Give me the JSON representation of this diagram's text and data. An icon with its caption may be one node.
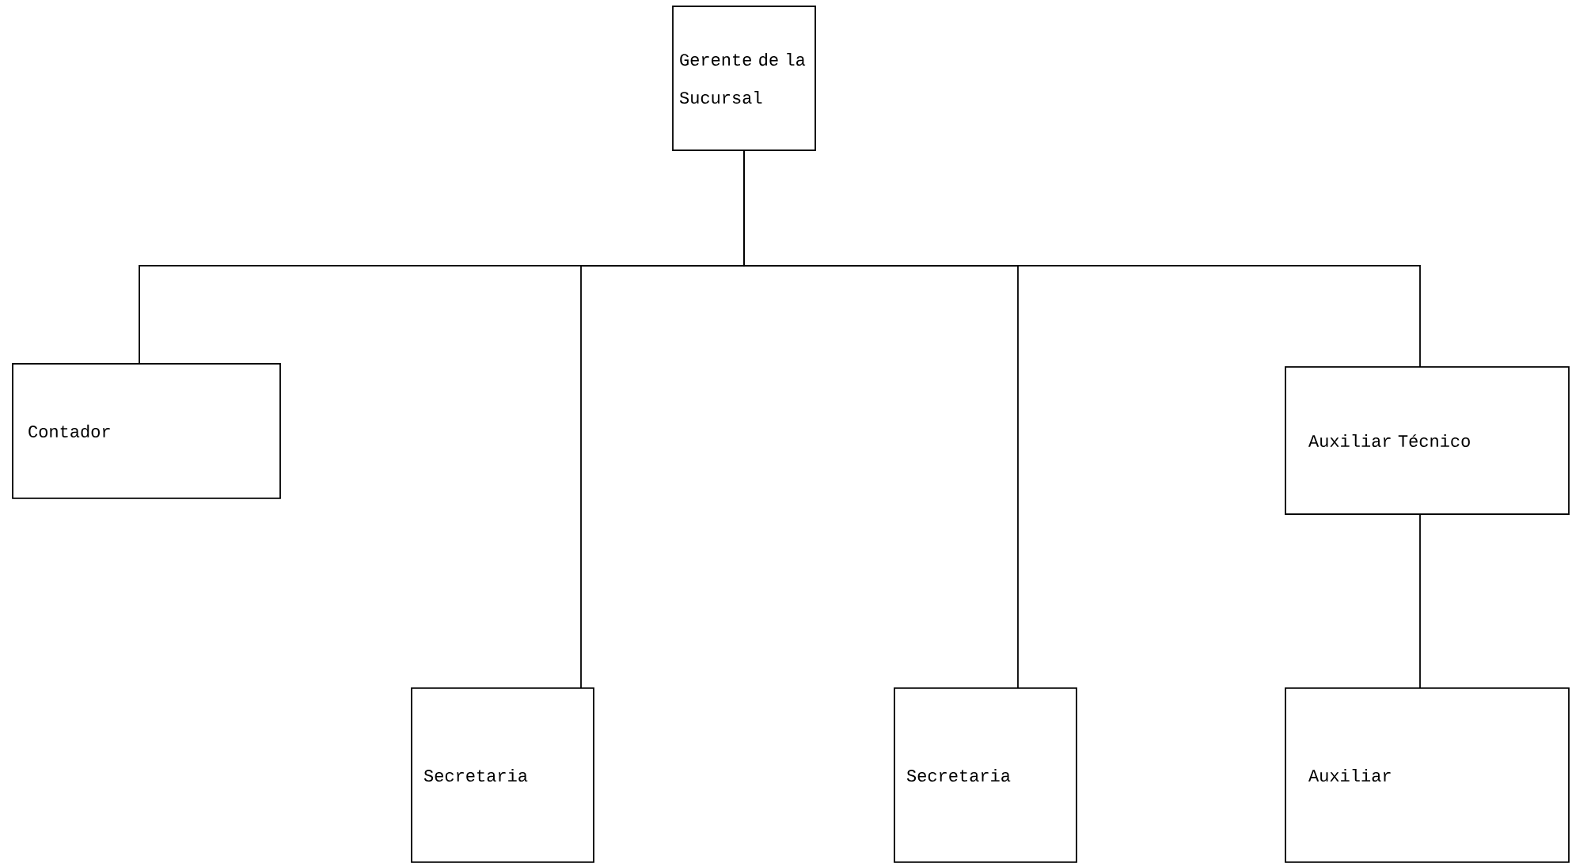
{
  "diagram": {
    "nodes": [
      {
        "text": [
          "Gerente de la Sucursal"
        ]
      },
      {
        "text": [
          "Contador"
        ]
      },
      {
        "text": [
          "Secretaria"
        ]
      },
      {
        "text": [
          "Secretaria"
        ]
      },
      {
        "text": [
          "Auxiliar Técnico"
        ]
      },
      {
        "text": [
          "Auxiliar"
        ]
      }
    ],
    "edges": [
      {
        "from": 0,
        "to": 1,
        "arrow": "none"
      },
      {
        "from": 0,
        "to": 2,
        "arrow": "none"
      },
      {
        "from": 0,
        "to": 3,
        "arrow": "none"
      },
      {
        "from": 0,
        "to": 4,
        "arrow": "none"
      },
      {
        "from": 4,
        "to": 5,
        "arrow": "none"
      }
    ]
  }
}
